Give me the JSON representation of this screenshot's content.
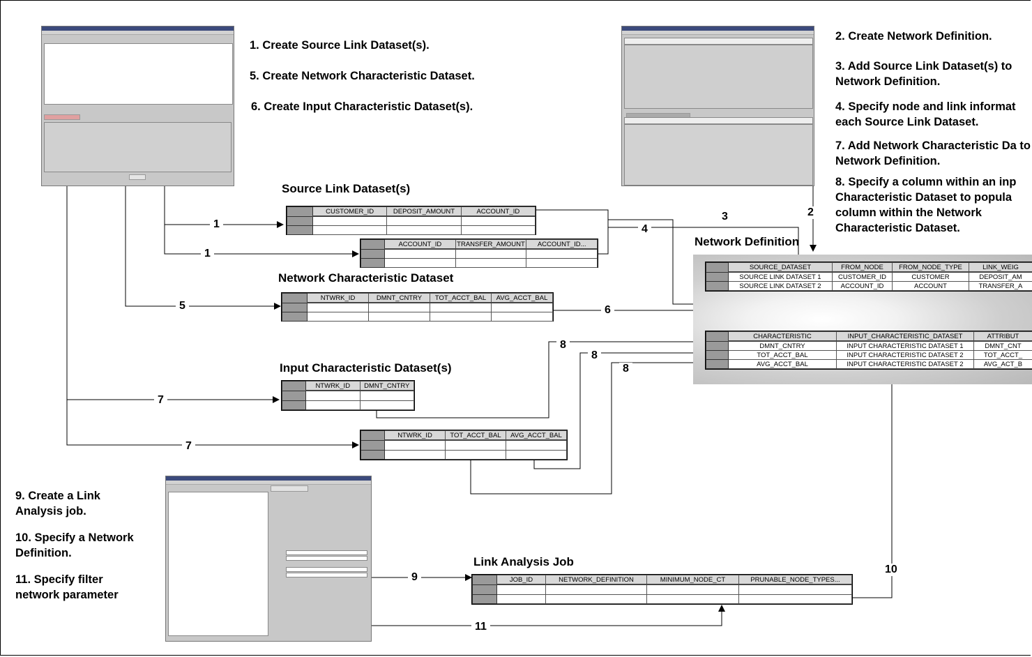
{
  "steps_top_middle": [
    "1. Create Source Link Dataset(s).",
    "5. Create Network Characteristic Dataset.",
    "6. Create Input Characteristic Dataset(s)."
  ],
  "steps_top_right": [
    "2. Create Network Definition.",
    "3. Add Source Link Dataset(s) to Network Definition.",
    "4. Specify node and link informat each Source Link Dataset.",
    "7. Add Network Characteristic Da to Network Definition.",
    "8. Specify a column within an inp Characteristic Dataset to popula column within the Network Characteristic Dataset."
  ],
  "steps_bottom_left": [
    "9. Create a Link Analysis job.",
    "10. Specify a Network Definition.",
    "11. Specify filter network parameter"
  ],
  "titles": {
    "source_link": "Source Link Dataset(s)",
    "network_characteristic": "Network Characteristic Dataset",
    "input_characteristic": "Input Characteristic Dataset(s)",
    "network_definition": "Network Definition",
    "link_analysis_job": "Link Analysis Job"
  },
  "tables": {
    "source_link_1": [
      "CUSTOMER_ID",
      "DEPOSIT_AMOUNT",
      "ACCOUNT_ID"
    ],
    "source_link_2": [
      "ACCOUNT_ID",
      "TRANSFER_AMOUNT",
      "ACCOUNT_ID..."
    ],
    "network_characteristic": [
      "NTWRK_ID",
      "DMNT_CNTRY",
      "TOT_ACCT_BAL",
      "AVG_ACCT_BAL"
    ],
    "input_characteristic_1": [
      "NTWRK_ID",
      "DMNT_CNTRY"
    ],
    "input_characteristic_2": [
      "NTWRK_ID",
      "TOT_ACCT_BAL",
      "AVG_ACCT_BAL"
    ],
    "link_analysis_job": [
      "JOB_ID",
      "NETWORK_DEFINITION",
      "MINIMUM_NODE_CT",
      "PRUNABLE_NODE_TYPES..."
    ],
    "netdef_source": {
      "headers": [
        "SOURCE_DATASET",
        "FROM_NODE",
        "FROM_NODE_TYPE",
        "LINK_WEIG"
      ],
      "rows": [
        [
          "SOURCE LINK DATASET 1",
          "CUSTOMER_ID",
          "CUSTOMER",
          "DEPOSIT_AM"
        ],
        [
          "SOURCE LINK DATASET 2",
          "ACCOUNT_ID",
          "ACCOUNT",
          "TRANSFER_A"
        ]
      ]
    },
    "netdef_characteristic": {
      "headers": [
        "CHARACTERISTIC",
        "INPUT_CHARACTERISTIC_DATASET",
        "ATTRIBUT"
      ],
      "rows": [
        [
          "DMNT_CNTRY",
          "INPUT CHARACTERISTIC DATASET 1",
          "DMNT_CNT"
        ],
        [
          "TOT_ACCT_BAL",
          "INPUT CHARACTERISTIC DATASET 2",
          "TOT_ACCT_"
        ],
        [
          "AVG_ACCT_BAL",
          "INPUT CHARACTERISTIC DATASET 2",
          "AVG_ACT_B"
        ]
      ]
    }
  },
  "step_numbers": {
    "s1a": "1",
    "s1b": "1",
    "s2": "2",
    "s3": "3",
    "s4": "4",
    "s5": "5",
    "s6": "6",
    "s7a": "7",
    "s7b": "7",
    "s8a": "8",
    "s8b": "8",
    "s8c": "8",
    "s9": "9",
    "s10": "10",
    "s11": "11"
  }
}
